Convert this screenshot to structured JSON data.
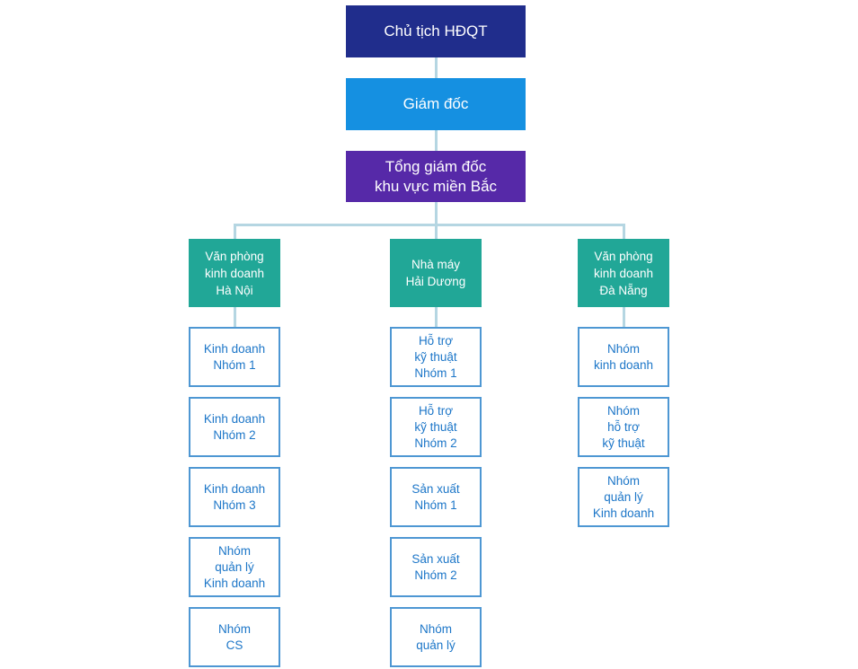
{
  "org_chart": {
    "levels": [
      {
        "label": "Chủ tịch HĐQT"
      },
      {
        "label": "Giám đốc"
      },
      {
        "label": "Tổng giám đốc\nkhu vực miền Bắc"
      }
    ],
    "branches": [
      {
        "header": "Văn phòng\nkinh doanh\nHà Nội",
        "items": [
          "Kinh doanh\nNhóm 1",
          "Kinh doanh\nNhóm 2",
          "Kinh doanh\nNhóm 3",
          "Nhóm\nquản lý\nKinh doanh",
          "Nhóm\nCS"
        ]
      },
      {
        "header": "Nhà máy\nHải Dương",
        "items": [
          "Hỗ trợ\nkỹ thuật\nNhóm 1",
          "Hỗ trợ\nkỹ thuật\nNhóm 2",
          "Sản xuất\nNhóm 1",
          "Sản xuất\nNhóm 2",
          "Nhóm\nquản lý"
        ]
      },
      {
        "header": "Văn phòng\nkinh doanh\nĐà Nẵng",
        "items": [
          "Nhóm\nkinh doanh",
          "Nhóm\nhỗ trợ\nkỹ thuật",
          "Nhóm\nquản lý\nKinh doanh"
        ]
      }
    ],
    "colors": {
      "level1_bg": "#202D8C",
      "level2_bg": "#1590E1",
      "level3_bg": "#5629A8",
      "branch_header_bg": "#21A797",
      "node_text": "#FFFFFF",
      "connector": "#B5D6E2",
      "leaf_border": "#4E97D3",
      "leaf_text": "#1C76C8",
      "background": "#FFFFFF"
    }
  }
}
